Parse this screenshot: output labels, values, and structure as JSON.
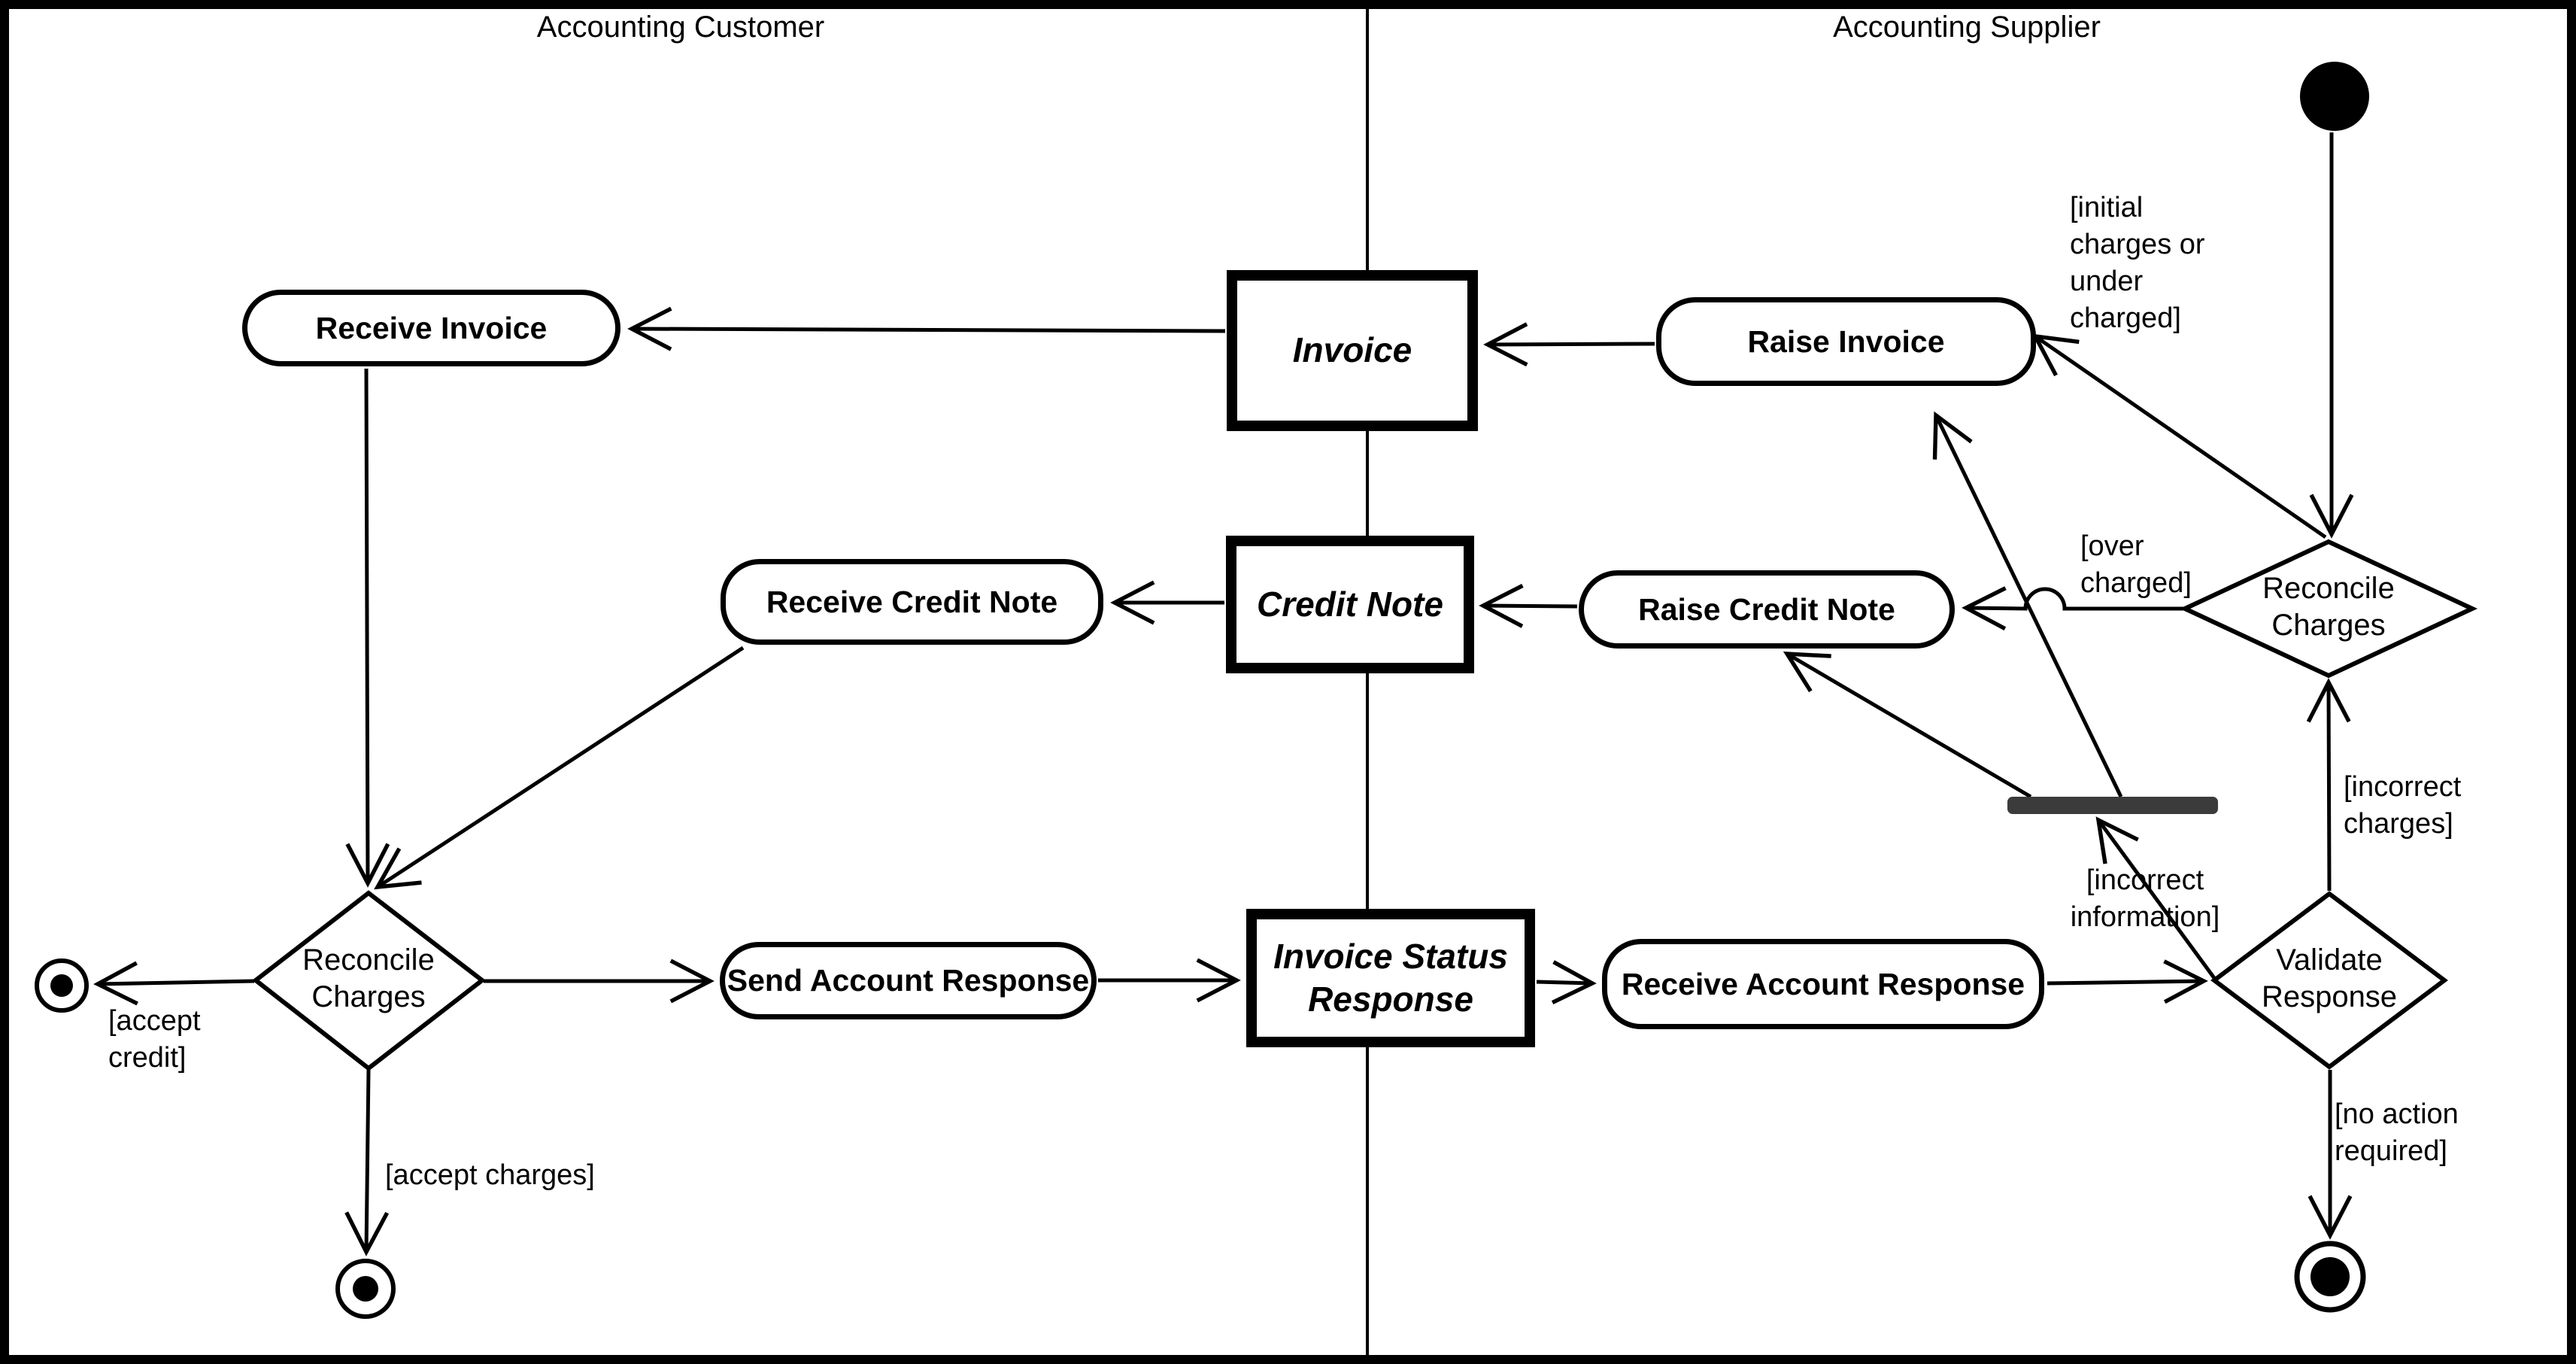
{
  "diagram": {
    "type": "uml-activity-swimlane",
    "lanes": {
      "customer_title": "Accounting Customer",
      "supplier_title": "Accounting Supplier"
    },
    "actions": {
      "receive_invoice": "Receive Invoice",
      "raise_invoice": "Raise Invoice",
      "receive_credit_note": "Receive Credit Note",
      "raise_credit_note": "Raise Credit Note",
      "send_account_response": "Send Account Response",
      "receive_account_response": "Receive Account Response"
    },
    "objects": {
      "invoice": "Invoice",
      "credit_note": "Credit Note",
      "invoice_status_response": "Invoice Status\nResponse"
    },
    "decisions": {
      "reconcile_charges_left": "Reconcile\nCharges",
      "reconcile_charges_right": "Reconcile\nCharges",
      "validate_response": "Validate\nResponse"
    },
    "guards": {
      "initial_charges": "[initial\ncharges or\nunder\ncharged]",
      "over_charged": "[over\ncharged]",
      "incorrect_charges": "[incorrect\ncharges]",
      "incorrect_information": "[incorrect information]",
      "no_action_required": "[no action\nrequired]",
      "accept_credit": "[accept\ncredit]",
      "accept_charges": "[accept charges]"
    },
    "colors": {
      "line": "#000000",
      "sync_bar": "#3b3b3b",
      "background": "#ffffff"
    }
  }
}
